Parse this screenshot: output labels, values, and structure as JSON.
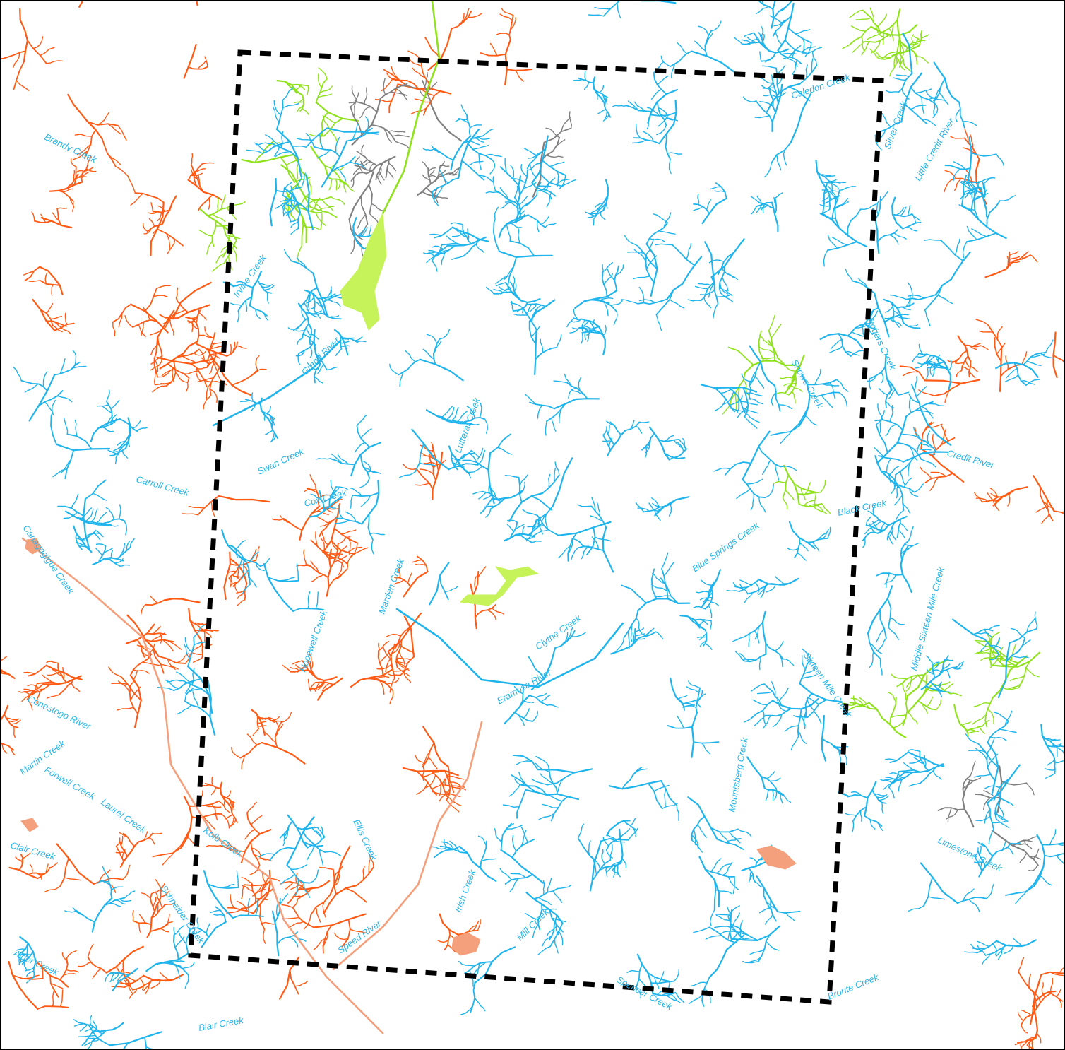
{
  "map": {
    "colors": {
      "blue_streams": "#1fb4ec",
      "orange_streams": "#ff5a14",
      "green_streams": "#8fe21c",
      "gray_streams": "#808080",
      "salmon_water": "#f5a07d",
      "green_water": "#c6f25a",
      "boundary": "#000000",
      "label": "#29b6e8"
    },
    "labels": [
      "Brandy Creek",
      "Irvine Creek",
      "Grand River",
      "Caledon Creek",
      "Silver Creek",
      "Little Credit River",
      "Rogers Creek",
      "Snows Creek",
      "Credit River",
      "Lutteral Creek",
      "Swan Creek",
      "Carroll Creek",
      "Cox Creek",
      "Canagagigue Creek",
      "Black Creek",
      "Blue Springs Creek",
      "Middle Sixteen Mile Creek",
      "Marden Creek",
      "Clythe Creek",
      "Hopewell Creek",
      "Eramosa River",
      "Sixteen Mile Creek",
      "Conestogo River",
      "Martin Creek",
      "Forwell Creek",
      "Laurel Creek",
      "Mountsberg Creek",
      "Clair Creek",
      "Kolb Creek",
      "Ellis Creek",
      "Limestone Creek",
      "Irish Creek",
      "Schneider Creek",
      "Mill Creek",
      "Speed River",
      "Alder Creek",
      "Bronte Creek",
      "Spencer Creek",
      "Blair Creek"
    ]
  }
}
